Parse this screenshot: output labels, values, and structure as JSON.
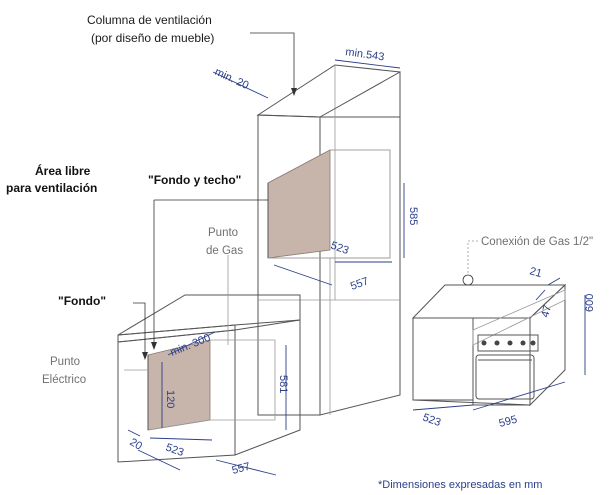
{
  "labels": {
    "columna_line1": "Columna de ventilación",
    "columna_line2": "(por diseño de mueble)",
    "area_line1": "Área libre",
    "area_line2": "para ventilación",
    "fondo_techo": "\"Fondo y techo\"",
    "fondo": "\"Fondo\"",
    "punto_gas_line1": "Punto",
    "punto_gas_line2": "de Gas",
    "punto_elec_line1": "Punto",
    "punto_elec_line2": "Eléctrico",
    "conexion_gas": "Conexión de Gas 1/2\"",
    "footnote": "*Dimensiones expresadas en mm"
  },
  "dimensions": {
    "column_min_width": "min.543",
    "column_min_gap": "min. 20",
    "column_height": "585",
    "column_depth": "523",
    "column_width": "557",
    "base_min_gap": "min. 300",
    "base_height_left": "120",
    "base_height_right": "581",
    "base_gap": "20",
    "base_depth": "523",
    "base_width": "557",
    "oven_top_offset": "21",
    "oven_panel": "47",
    "oven_height": "600",
    "oven_depth": "523",
    "oven_width": "595"
  },
  "colors": {
    "line": "#555555",
    "dimension": "#2a3f8a",
    "cavity": "#c7b5ac"
  }
}
